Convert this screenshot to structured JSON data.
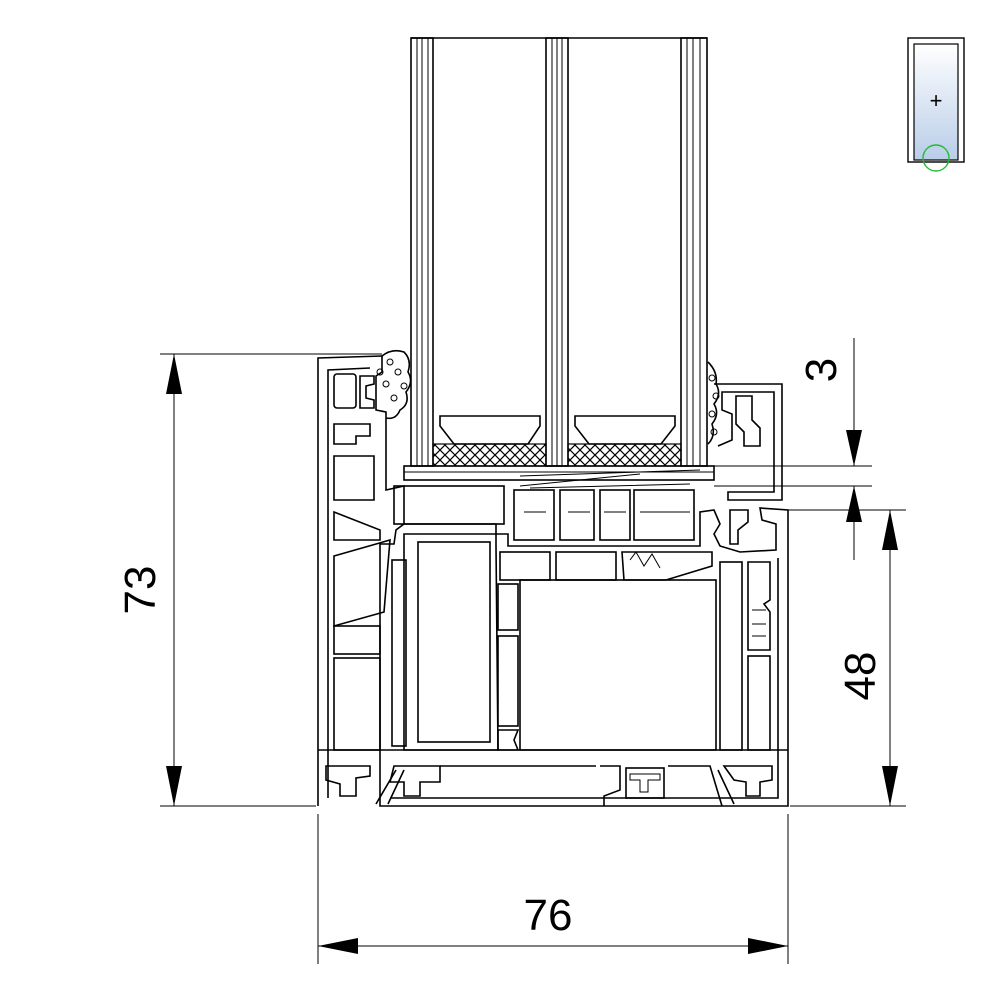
{
  "dimensions": {
    "total_height": "73",
    "frame_height": "48",
    "rebate_gap": "3",
    "total_width": "76"
  },
  "position_indicator": {
    "crosshair_symbol": "+",
    "marker_color": "#22bb33",
    "gradient_color": "#b9cde8"
  },
  "colors": {
    "line": "#000000",
    "background": "#ffffff"
  }
}
